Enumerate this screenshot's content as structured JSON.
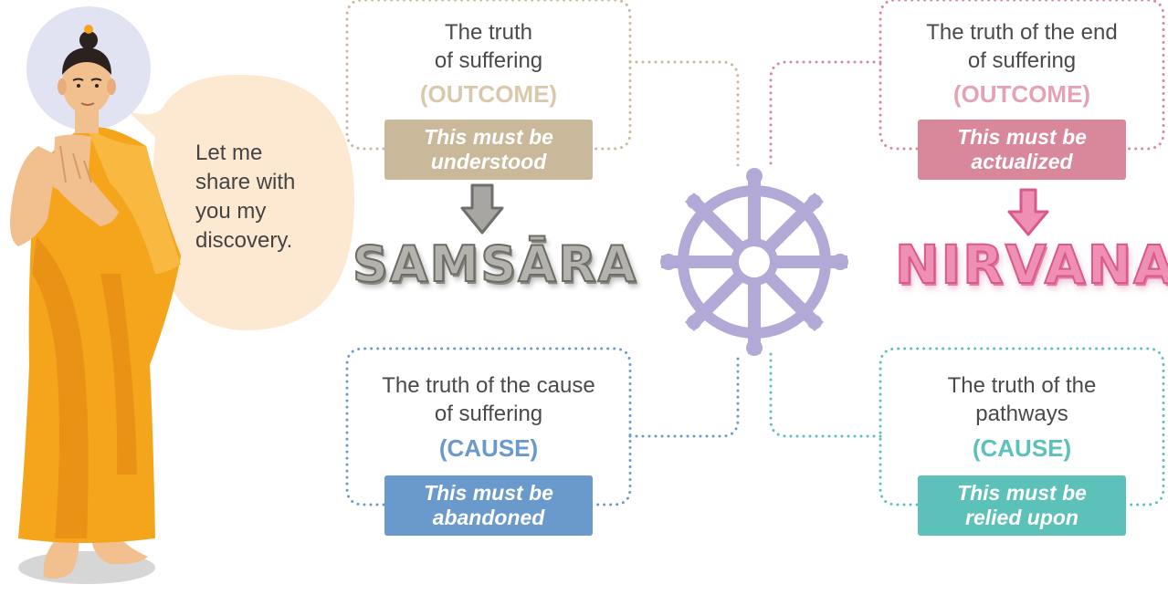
{
  "speech": {
    "lines": [
      "Let me",
      "share with",
      "you my",
      "discovery."
    ]
  },
  "boxes": {
    "suffering": {
      "title_lines": [
        "The truth",
        "of suffering"
      ],
      "tag": "(OUTCOME)",
      "action_lines": [
        "This must be",
        "understood"
      ],
      "color": "#c9b89a"
    },
    "end": {
      "title_lines": [
        "The truth of the end",
        "of suffering"
      ],
      "tag": "(OUTCOME)",
      "action_lines": [
        "This must be",
        "actualized"
      ],
      "color": "#d9879a"
    },
    "cause": {
      "title_lines": [
        "The truth of the cause",
        "of suffering"
      ],
      "tag": "(CAUSE)",
      "action_lines": [
        "This must be",
        "abandoned"
      ],
      "color": "#6a9acb"
    },
    "pathways": {
      "title_lines": [
        "The truth of the",
        "pathways"
      ],
      "tag": "(CAUSE)",
      "action_lines": [
        "This must be",
        "relied upon"
      ],
      "color": "#5cc1b9"
    }
  },
  "results": {
    "left_word": "SAMSĀRA",
    "right_word": "NIRVANA"
  },
  "colors": {
    "wheel": "#b3a9d6",
    "robe": "#f5a51c",
    "speech_bubble": "#fde9d2"
  },
  "icons": [
    "buddha-figure",
    "speech-bubble",
    "dharma-wheel-icon",
    "down-arrow-icon"
  ]
}
